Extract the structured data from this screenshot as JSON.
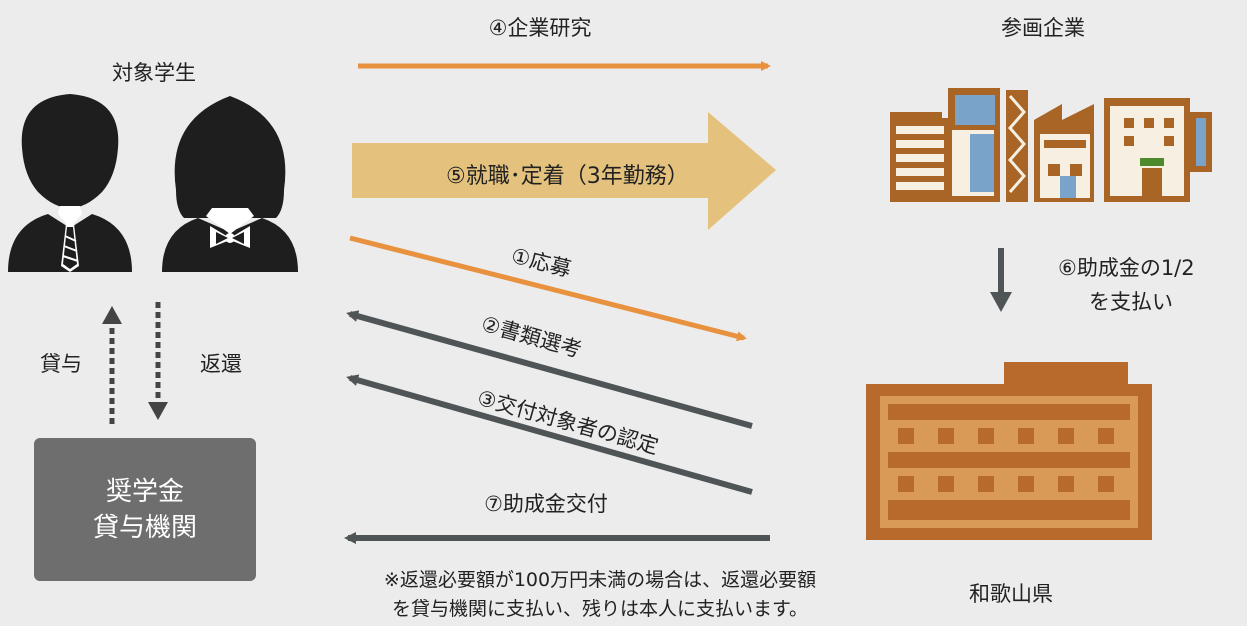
{
  "students": {
    "title": "対象学生"
  },
  "companies": {
    "title": "参画企業"
  },
  "prefecture": {
    "title": "和歌山県"
  },
  "loan_org": {
    "line1": "奨学金",
    "line2": "貸与機関"
  },
  "side_labels": {
    "lend": "貸与",
    "repay": "返還"
  },
  "steps": {
    "s1": "①応募",
    "s2": "②書類選考",
    "s3": "③交付対象者の認定",
    "s4": "④企業研究",
    "s5": "⑤就職･定着（3年勤務）",
    "s6_line1": "⑥助成金の1/2",
    "s6_line2": "を支払い",
    "s7": "⑦助成金交付"
  },
  "note": {
    "line1": "※返還必要額が100万円未満の場合は、返還必要額",
    "line2": "を貸与機関に支払い、残りは本人に支払います。"
  },
  "colors": {
    "orange_arrow": "#e8913f",
    "gold_arrow": "#e4c27e",
    "dark_arrow": "#4f5457",
    "building_brown": "#b86a2c",
    "company_green": "#4c8a2c",
    "loan_box": "#6e6e6e"
  },
  "icons": [
    "male-student-icon",
    "female-student-icon",
    "office-building-icon",
    "factory-icon",
    "shop-building-icon",
    "prefectural-office-icon"
  ]
}
